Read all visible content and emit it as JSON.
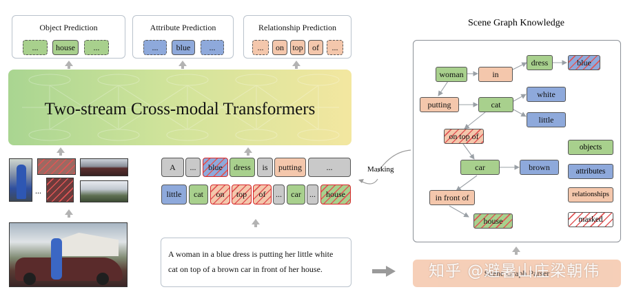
{
  "prediction_heads": [
    {
      "title": "Object Prediction",
      "tokens": [
        "...",
        "house",
        "..."
      ]
    },
    {
      "title": "Attribute Prediction",
      "tokens": [
        "...",
        "blue",
        "..."
      ]
    },
    {
      "title": "Relationship Prediction",
      "tokens": [
        "...",
        "on",
        "top",
        "of",
        "..."
      ]
    }
  ],
  "transformer": {
    "title": "Two-stream Cross-modal Transformers"
  },
  "text_tokens": {
    "row1": [
      "A",
      "...",
      "blue",
      "dress",
      "is",
      "putting",
      "..."
    ],
    "row2": [
      "little",
      "cat",
      "on",
      "top",
      "of",
      "...",
      "car",
      "...",
      "house"
    ]
  },
  "image_regions": {
    "ellipsis": "..."
  },
  "caption": "A woman in a blue dress is putting her little white cat on top of a brown car in front of her house.",
  "masking_label": "Masking",
  "scene_graph": {
    "title": "Scene Graph Knowledge",
    "nodes": {
      "woman": "woman",
      "in": "in",
      "dress": "dress",
      "blue": "blue",
      "putting": "putting",
      "cat": "cat",
      "white": "white",
      "little": "little",
      "on_top_of": "on top of",
      "car": "car",
      "brown": "brown",
      "in_front_of": "in front of",
      "house": "house"
    },
    "legend": [
      "objects",
      "attributes",
      "relationships",
      "masked"
    ]
  },
  "parser": {
    "label": "Scene Graph Parser"
  },
  "watermark": "知乎 @避暑山庄梁朝伟",
  "colors": {
    "object": "#a8d08d",
    "attribute": "#8ea9db",
    "relationship": "#f4c7ac",
    "masked": "#d62728",
    "neutral": "#c9c9c9"
  }
}
